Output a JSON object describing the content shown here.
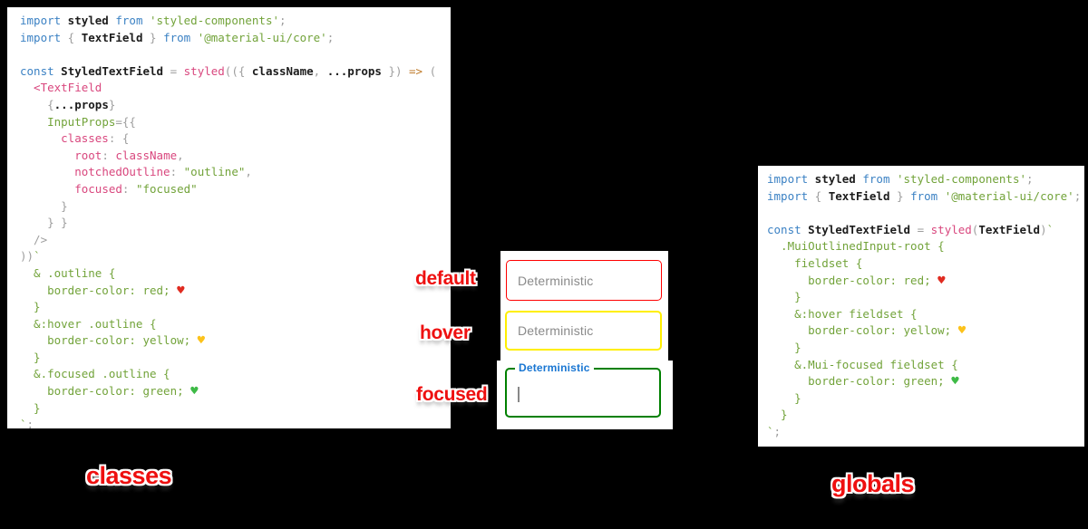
{
  "background": "#000000",
  "code_theme": {
    "keyword": "#3c82c4",
    "identifier": "#1c1c1c",
    "string": "#72a33a",
    "pink": "#d9477e",
    "punct": "#9e9e9e",
    "arrow": "#bf7a29",
    "heart_red": "#e02b20",
    "heart_yellow": "#fcc21b",
    "heart_green": "#3eba46"
  },
  "left_panel": {
    "caption": "classes",
    "lines": [
      [
        {
          "c": "kw",
          "t": "import"
        },
        {
          "c": "id",
          "t": " styled"
        },
        {
          "c": "kw",
          "t": " from"
        },
        {
          "c": "str",
          "t": " 'styled-components'"
        },
        {
          "c": "pu",
          "t": ";"
        }
      ],
      [
        {
          "c": "kw",
          "t": "import"
        },
        {
          "c": "pu",
          "t": " {"
        },
        {
          "c": "id",
          "t": " TextField"
        },
        {
          "c": "pu",
          "t": " }"
        },
        {
          "c": "kw",
          "t": " from"
        },
        {
          "c": "str",
          "t": " '@material-ui/core'"
        },
        {
          "c": "pu",
          "t": ";"
        }
      ],
      [],
      [
        {
          "c": "kw",
          "t": "const"
        },
        {
          "c": "id",
          "t": " StyledTextField"
        },
        {
          "c": "pu",
          "t": " = "
        },
        {
          "c": "pk",
          "t": "styled"
        },
        {
          "c": "pu",
          "t": "(({ "
        },
        {
          "c": "id",
          "t": "className"
        },
        {
          "c": "pu",
          "t": ", "
        },
        {
          "c": "id",
          "t": "...props"
        },
        {
          "c": "pu",
          "t": " })"
        },
        {
          "c": "ar",
          "t": " => "
        },
        {
          "c": "pu",
          "t": "("
        }
      ],
      [
        {
          "c": "pk",
          "t": "  <TextField"
        }
      ],
      [
        {
          "c": "pu",
          "t": "    {"
        },
        {
          "c": "id",
          "t": "...props"
        },
        {
          "c": "pu",
          "t": "}"
        }
      ],
      [
        {
          "c": "pu",
          "t": "    "
        },
        {
          "c": "str",
          "t": "InputProps"
        },
        {
          "c": "pu",
          "t": "={{"
        }
      ],
      [
        {
          "c": "pu",
          "t": "      "
        },
        {
          "c": "pk",
          "t": "classes"
        },
        {
          "c": "pu",
          "t": ": {"
        }
      ],
      [
        {
          "c": "pu",
          "t": "        "
        },
        {
          "c": "pk",
          "t": "root"
        },
        {
          "c": "pu",
          "t": ": "
        },
        {
          "c": "pk",
          "t": "className"
        },
        {
          "c": "pu",
          "t": ","
        }
      ],
      [
        {
          "c": "pu",
          "t": "        "
        },
        {
          "c": "pk",
          "t": "notchedOutline"
        },
        {
          "c": "pu",
          "t": ": "
        },
        {
          "c": "str",
          "t": "\"outline\""
        },
        {
          "c": "pu",
          "t": ","
        }
      ],
      [
        {
          "c": "pu",
          "t": "        "
        },
        {
          "c": "pk",
          "t": "focused"
        },
        {
          "c": "pu",
          "t": ": "
        },
        {
          "c": "str",
          "t": "\"focused\""
        }
      ],
      [
        {
          "c": "pu",
          "t": "      }"
        }
      ],
      [
        {
          "c": "pu",
          "t": "    } }"
        }
      ],
      [
        {
          "c": "pu",
          "t": "  />"
        }
      ],
      [
        {
          "c": "pu",
          "t": "))"
        },
        {
          "c": "str",
          "t": "`"
        }
      ],
      [
        {
          "c": "css",
          "t": "  & .outline {"
        }
      ],
      [
        {
          "c": "css",
          "t": "    border-color: red; "
        },
        {
          "c": "hr",
          "t": "♥"
        }
      ],
      [
        {
          "c": "css",
          "t": "  }"
        }
      ],
      [
        {
          "c": "css",
          "t": "  &:hover .outline {"
        }
      ],
      [
        {
          "c": "css",
          "t": "    border-color: yellow; "
        },
        {
          "c": "hy",
          "t": "♥"
        }
      ],
      [
        {
          "c": "css",
          "t": "  }"
        }
      ],
      [
        {
          "c": "css",
          "t": "  &.focused .outline {"
        }
      ],
      [
        {
          "c": "css",
          "t": "    border-color: green; "
        },
        {
          "c": "hg",
          "t": "♥"
        }
      ],
      [
        {
          "c": "css",
          "t": "  }"
        }
      ],
      [
        {
          "c": "str",
          "t": "`"
        },
        {
          "c": "pu",
          "t": ";"
        }
      ]
    ]
  },
  "right_panel": {
    "caption": "globals",
    "lines": [
      [
        {
          "c": "kw",
          "t": "import"
        },
        {
          "c": "id",
          "t": " styled"
        },
        {
          "c": "kw",
          "t": " from"
        },
        {
          "c": "str",
          "t": " 'styled-components'"
        },
        {
          "c": "pu",
          "t": ";"
        }
      ],
      [
        {
          "c": "kw",
          "t": "import"
        },
        {
          "c": "pu",
          "t": " {"
        },
        {
          "c": "id",
          "t": " TextField"
        },
        {
          "c": "pu",
          "t": " }"
        },
        {
          "c": "kw",
          "t": " from"
        },
        {
          "c": "str",
          "t": " '@material-ui/core'"
        },
        {
          "c": "pu",
          "t": ";"
        }
      ],
      [],
      [
        {
          "c": "kw",
          "t": "const"
        },
        {
          "c": "id",
          "t": " StyledTextField"
        },
        {
          "c": "pu",
          "t": " = "
        },
        {
          "c": "pk",
          "t": "styled"
        },
        {
          "c": "pu",
          "t": "("
        },
        {
          "c": "id",
          "t": "TextField"
        },
        {
          "c": "pu",
          "t": ")"
        },
        {
          "c": "str",
          "t": "`"
        }
      ],
      [
        {
          "c": "css",
          "t": "  .MuiOutlinedInput-root {"
        }
      ],
      [
        {
          "c": "css",
          "t": "    fieldset {"
        }
      ],
      [
        {
          "c": "css",
          "t": "      border-color: red; "
        },
        {
          "c": "hr",
          "t": "♥"
        }
      ],
      [
        {
          "c": "css",
          "t": "    }"
        }
      ],
      [
        {
          "c": "css",
          "t": "    &:hover fieldset {"
        }
      ],
      [
        {
          "c": "css",
          "t": "      border-color: yellow; "
        },
        {
          "c": "hy",
          "t": "♥"
        }
      ],
      [
        {
          "c": "css",
          "t": "    }"
        }
      ],
      [
        {
          "c": "css",
          "t": "    &.Mui-focused fieldset {"
        }
      ],
      [
        {
          "c": "css",
          "t": "      border-color: green; "
        },
        {
          "c": "hg",
          "t": "♥"
        }
      ],
      [
        {
          "c": "css",
          "t": "    }"
        }
      ],
      [
        {
          "c": "css",
          "t": "  }"
        }
      ],
      [
        {
          "c": "str",
          "t": "`"
        },
        {
          "c": "pu",
          "t": ";"
        }
      ]
    ]
  },
  "demo": {
    "state_labels": {
      "default": "default",
      "hover": "hover",
      "focused": "focused"
    },
    "fields": {
      "default": {
        "placeholder": "Deterministic",
        "border_color": "#ff0000"
      },
      "hover": {
        "placeholder": "Deterministic",
        "border_color": "#ffef00"
      },
      "focused": {
        "label": "Deterministic",
        "border_color": "#008000",
        "label_color": "#1976d2"
      }
    },
    "placeholder_color": "#8a8a8a",
    "annotation_color": "#ee1010"
  }
}
